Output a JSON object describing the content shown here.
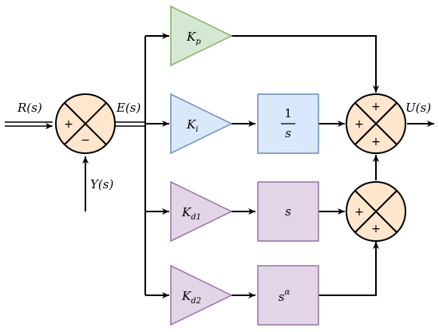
{
  "signals": {
    "reference": "R(s)",
    "error": "E(s)",
    "output": "Y(s)",
    "control": "U(s)"
  },
  "gains": {
    "kp": {
      "main": "K",
      "sub": "p"
    },
    "ki": {
      "main": "K",
      "sub": "i"
    },
    "kd1": {
      "main": "K",
      "sub": "d1"
    },
    "kd2": {
      "main": "K",
      "sub": "d2"
    }
  },
  "blocks": {
    "integrator": {
      "numerator": "1",
      "denominator": "s"
    },
    "derivative": "s",
    "fractional": {
      "base": "s",
      "exponent": "α"
    }
  },
  "signs": {
    "input_sum": [
      "+",
      "−"
    ],
    "main_sum": [
      "+",
      "+",
      "+"
    ],
    "derivative_sum": [
      "+",
      "+"
    ]
  },
  "colors": {
    "green_fill": "#d5e8d4",
    "green_stroke": "#82b366",
    "blue_fill": "#dae8fc",
    "blue_stroke": "#6c8ebf",
    "purple_fill": "#e1d5e7",
    "purple_stroke": "#9673a6",
    "sum_fill": "#ffe6cc",
    "sum_stroke": "#000000"
  }
}
